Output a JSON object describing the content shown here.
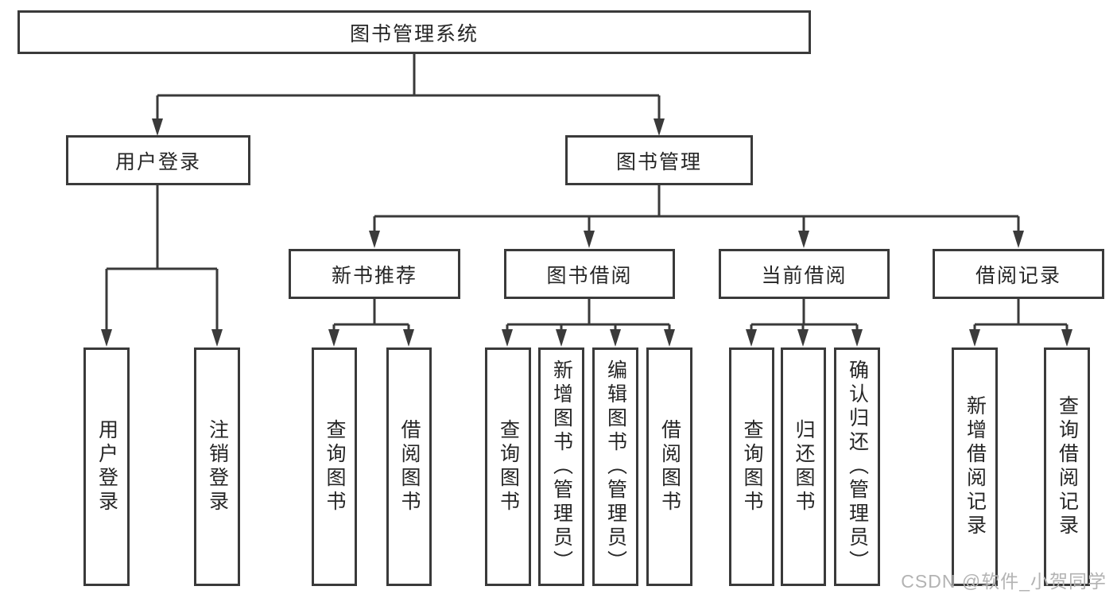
{
  "colors": {
    "line": "#3a3a3a",
    "box_border": "#3a3a3a",
    "box_fill": "#ffffff",
    "text": "#262626",
    "watermark": "#b3b3b3",
    "background": "#ffffff"
  },
  "watermark": {
    "text": "CSDN @软件_小贺同学"
  },
  "tree": {
    "root": "图书管理系统",
    "children": [
      {
        "label": "用户登录",
        "children": [
          "用户登录",
          "注销登录"
        ]
      },
      {
        "label": "图书管理",
        "children": [
          {
            "label": "新书推荐",
            "children": [
              "查询图书",
              "借阅图书"
            ]
          },
          {
            "label": "图书借阅",
            "children": [
              "查询图书",
              "新增图书（管理员）",
              "编辑图书（管理员）",
              "借阅图书"
            ]
          },
          {
            "label": "当前借阅",
            "children": [
              "查询图书",
              "归还图书",
              "确认归还（管理员）"
            ]
          },
          {
            "label": "借阅记录",
            "children": [
              "新增借阅记录",
              "查询借阅记录"
            ]
          }
        ]
      }
    ]
  }
}
